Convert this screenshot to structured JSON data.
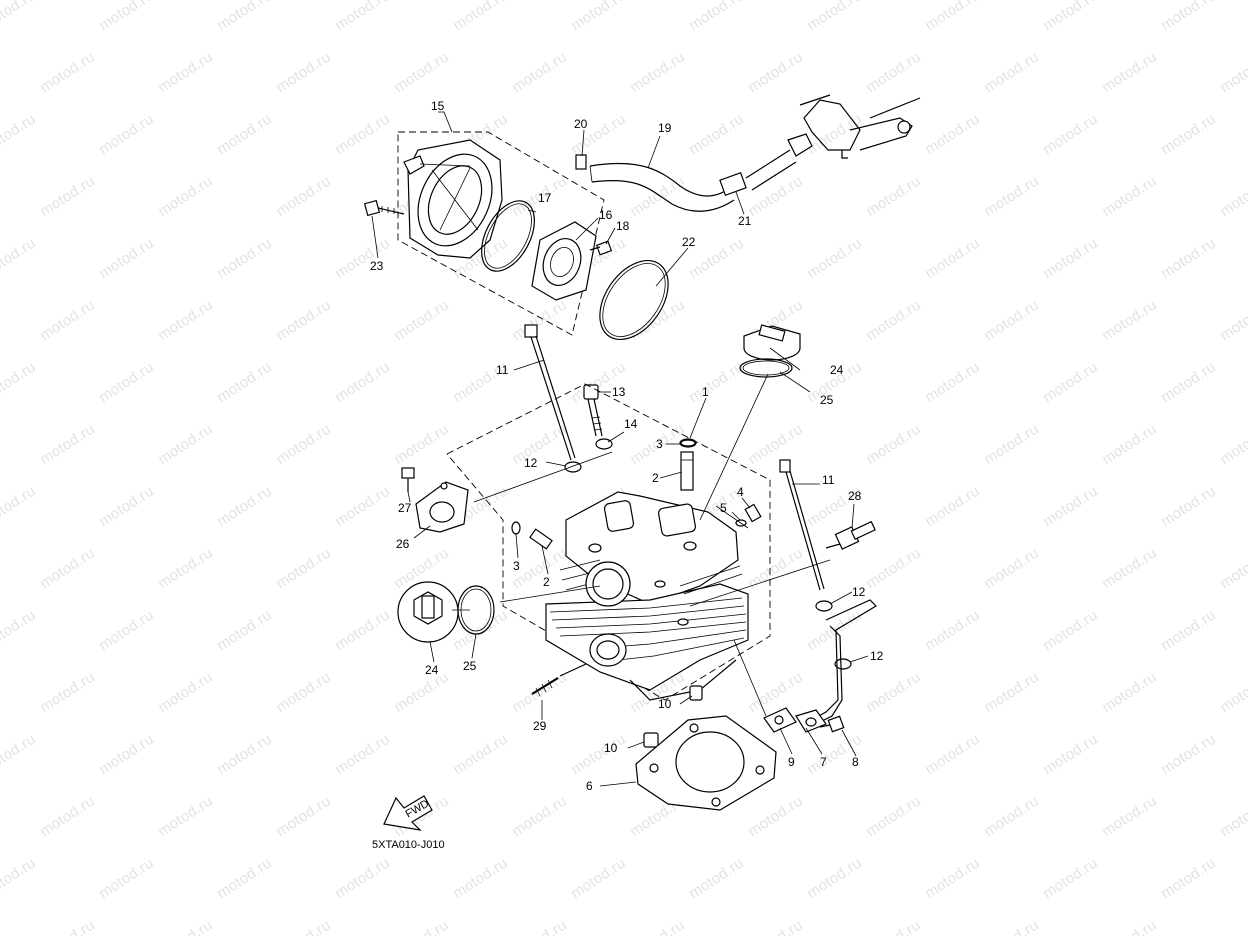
{
  "watermark": {
    "text": "motod.ru"
  },
  "diagram": {
    "code": "5XTA010-J010",
    "fwd_label": "FWD",
    "callouts": [
      {
        "id": "c1",
        "text": "1"
      },
      {
        "id": "c2a",
        "text": "2"
      },
      {
        "id": "c2b",
        "text": "2"
      },
      {
        "id": "c3a",
        "text": "3"
      },
      {
        "id": "c3b",
        "text": "3"
      },
      {
        "id": "c4",
        "text": "4"
      },
      {
        "id": "c5",
        "text": "5"
      },
      {
        "id": "c6",
        "text": "6"
      },
      {
        "id": "c7",
        "text": "7"
      },
      {
        "id": "c8",
        "text": "8"
      },
      {
        "id": "c9",
        "text": "9"
      },
      {
        "id": "c10a",
        "text": "10"
      },
      {
        "id": "c10b",
        "text": "10"
      },
      {
        "id": "c11a",
        "text": "11"
      },
      {
        "id": "c11b",
        "text": "11"
      },
      {
        "id": "c12a",
        "text": "12"
      },
      {
        "id": "c12b",
        "text": "12"
      },
      {
        "id": "c12c",
        "text": "12"
      },
      {
        "id": "c13",
        "text": "13"
      },
      {
        "id": "c14",
        "text": "14"
      },
      {
        "id": "c15",
        "text": "15"
      },
      {
        "id": "c16",
        "text": "16"
      },
      {
        "id": "c17",
        "text": "17"
      },
      {
        "id": "c18",
        "text": "18"
      },
      {
        "id": "c19",
        "text": "19"
      },
      {
        "id": "c20",
        "text": "20"
      },
      {
        "id": "c21",
        "text": "21"
      },
      {
        "id": "c22",
        "text": "22"
      },
      {
        "id": "c23",
        "text": "23"
      },
      {
        "id": "c24a",
        "text": "24"
      },
      {
        "id": "c24b",
        "text": "24"
      },
      {
        "id": "c25a",
        "text": "25"
      },
      {
        "id": "c25b",
        "text": "25"
      },
      {
        "id": "c26",
        "text": "26"
      },
      {
        "id": "c27",
        "text": "27"
      },
      {
        "id": "c28",
        "text": "28"
      },
      {
        "id": "c29",
        "text": "29"
      }
    ]
  }
}
